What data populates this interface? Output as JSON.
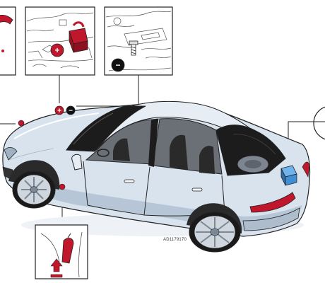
{
  "diagram": {
    "reference_code": "AD1179170",
    "callouts": [
      {
        "name": "bonnet-release-panel",
        "symbol": ""
      },
      {
        "name": "battery-positive-terminal-panel",
        "symbol": "+"
      },
      {
        "name": "battery-negative-ground-panel",
        "symbol": "−"
      },
      {
        "name": "boot-battery-panel",
        "symbol": ""
      },
      {
        "name": "bonnet-latch-lever-panel",
        "symbol": ""
      }
    ],
    "markers": [
      {
        "name": "positive-marker",
        "symbol": "+"
      },
      {
        "name": "negative-marker",
        "symbol": "−"
      }
    ],
    "colors": {
      "car_body": "#d8e3ee",
      "car_shadow": "#b7c6d6",
      "glass": "#1c1c1c",
      "interior": "#6b6f76",
      "accent_red": "#c0172c",
      "battery_blue": "#3f8fd4",
      "outline": "#222222"
    }
  }
}
